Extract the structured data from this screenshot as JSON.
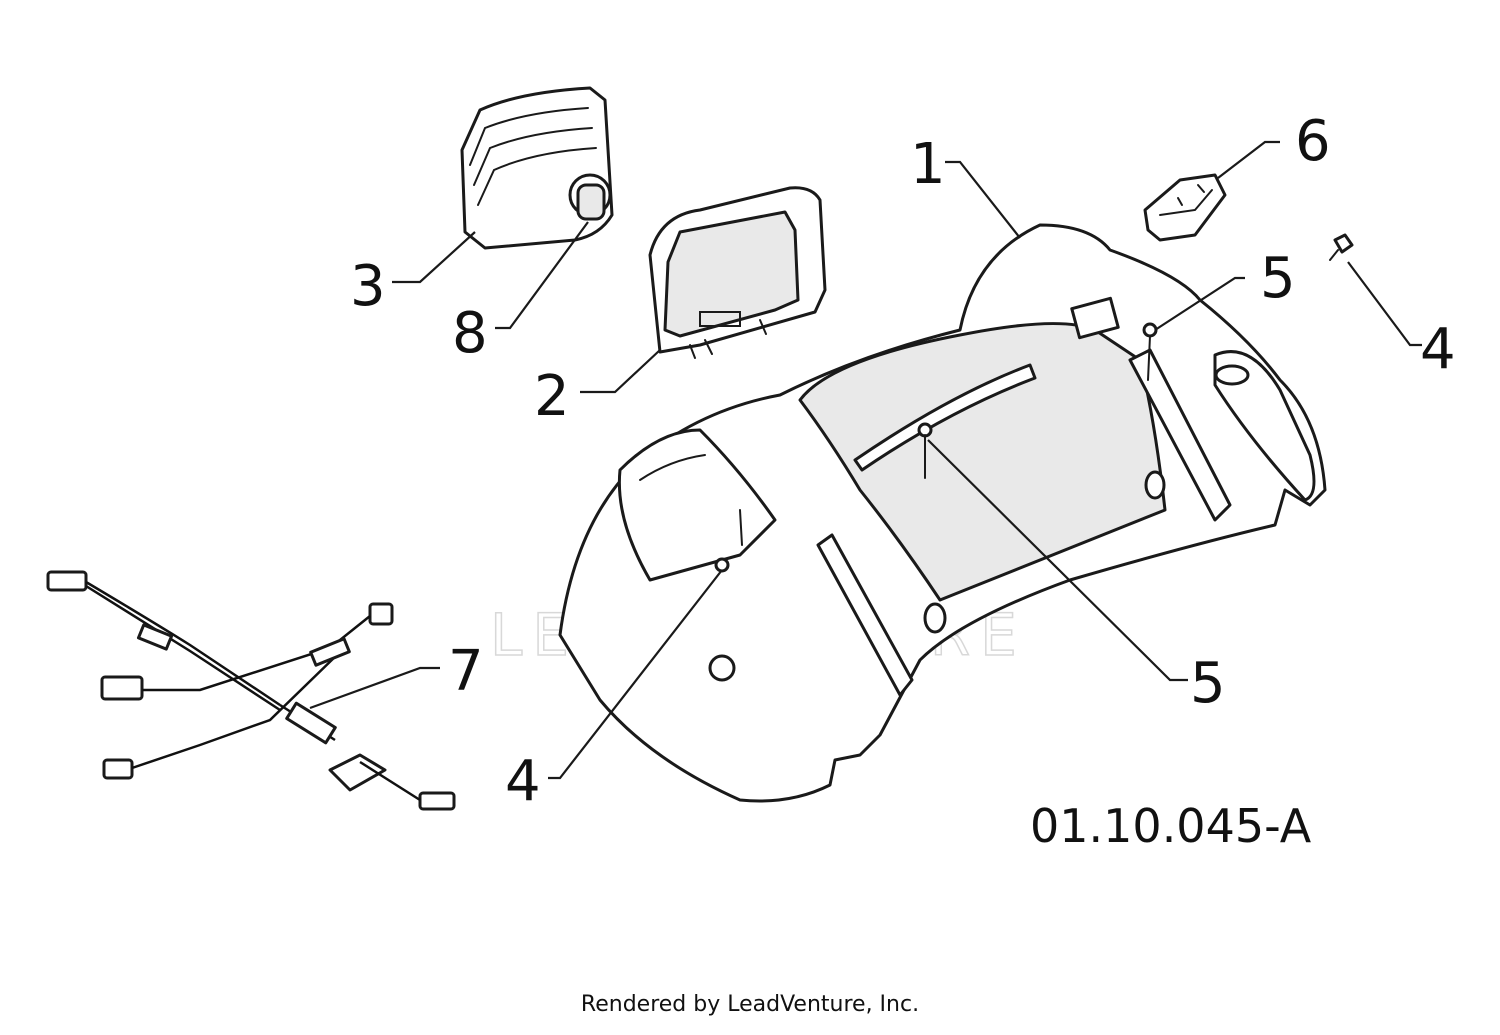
{
  "diagram": {
    "drawing_number": "01.10.045-A",
    "callouts": [
      "1",
      "2",
      "3",
      "4",
      "4",
      "5",
      "5",
      "6",
      "7",
      "8"
    ],
    "watermark": "LEADVENTURE"
  },
  "footer": {
    "text": "Rendered by LeadVenture, Inc."
  }
}
